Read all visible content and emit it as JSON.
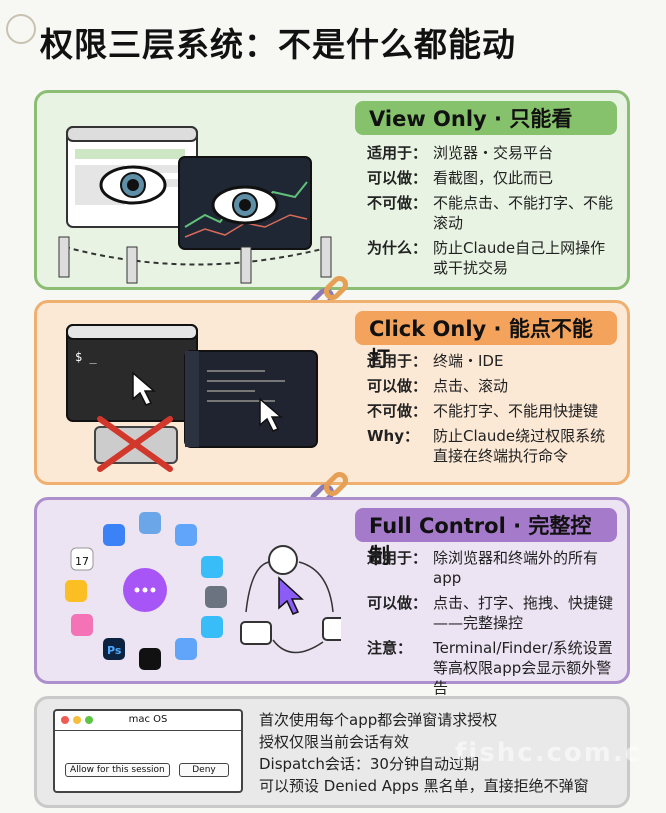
{
  "title": "权限三层系统：不是什么都能动",
  "tiers": [
    {
      "header": "View Only · 只能看",
      "rows": [
        {
          "k": "适用于：",
          "v": "浏览器・交易平台"
        },
        {
          "k": "可以做：",
          "v": "看截图，仅此而已"
        },
        {
          "k": "不可做：",
          "v": "不能点击、不能打字、不能滚动"
        },
        {
          "k": "为什么：",
          "v": "防止Claude自己上网操作或干扰交易"
        }
      ]
    },
    {
      "header": "Click Only · 能点不能打",
      "rows": [
        {
          "k": "适用于：",
          "v": "终端・IDE"
        },
        {
          "k": "可以做：",
          "v": "点击、滚动"
        },
        {
          "k": "不可做：",
          "v": "不能打字、不能用快捷键"
        },
        {
          "k": "Why：",
          "v": "防止Claude绕过权限系统直接在终端执行命令"
        }
      ]
    },
    {
      "header": "Full Control · 完整控制",
      "rows": [
        {
          "k": "适用于：",
          "v": "除浏览器和终端外的所有app"
        },
        {
          "k": "可以做：",
          "v": "点击、打字、拖拽、快捷键——完整操控"
        },
        {
          "k": "注意：",
          "v": "Terminal/Finder/系统设置等高权限app会显示额外警告"
        }
      ]
    }
  ],
  "dialog": {
    "title": "mac OS",
    "allow_label": "Allow for this session",
    "deny_label": "Deny"
  },
  "notes": [
    "首次使用每个app都会弹窗请求授权",
    "授权仅限当前会话有效",
    "Dispatch会话：30分钟自动过期",
    "可以预设 Denied Apps 黑名单，直接拒绝不弹窗"
  ],
  "icons": {
    "cal_day": "17",
    "ps_label": "Ps",
    "terminal_prompt": "$ _"
  },
  "watermark": "fishc.com.c",
  "colors": {
    "green": "#86c16b",
    "orange": "#f3a35c",
    "purple": "#a67acb"
  }
}
